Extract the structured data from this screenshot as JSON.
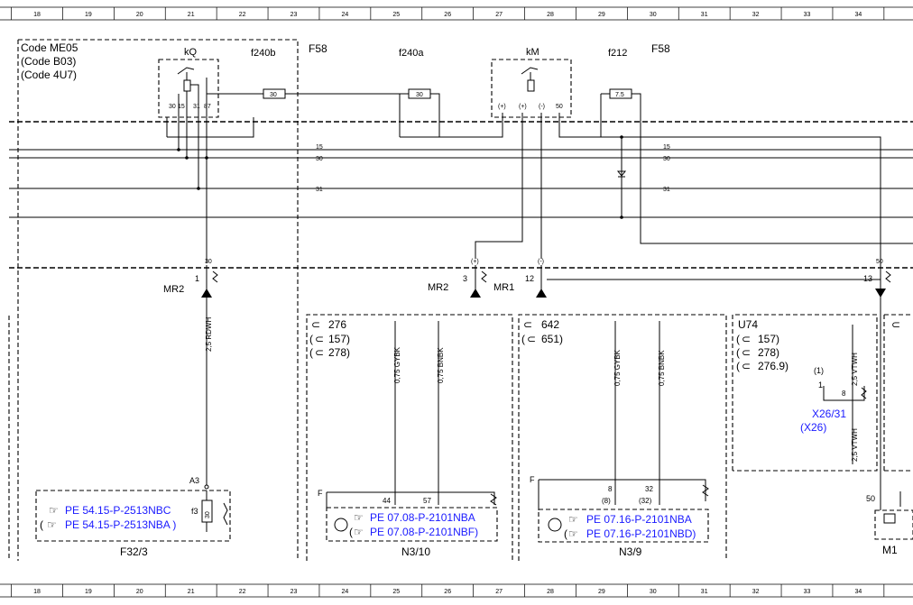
{
  "grid": {
    "numbers": [
      "18",
      "19",
      "20",
      "21",
      "22",
      "23",
      "24",
      "25",
      "26",
      "27",
      "28",
      "29",
      "30",
      "31",
      "32",
      "33",
      "34"
    ]
  },
  "codes": {
    "line1": "Code ME05",
    "line2": "(Code B03)",
    "line3": "(Code 4U7)"
  },
  "labels": {
    "kq": "kQ",
    "km": "kM",
    "f240b": "f240b",
    "f240a": "f240a",
    "f212": "f212",
    "f58_left": "F58",
    "f58_right": "F58"
  },
  "fuses": {
    "f240b_rating": "30",
    "f240a_rating": "30",
    "f212_rating": "7.5"
  },
  "relay_kq_pins": [
    "30",
    "15",
    "31",
    "87"
  ],
  "relay_km_pins": [
    "(+)",
    "(+)",
    "(-)",
    "50"
  ],
  "bus_labels": {
    "l15_left": "15",
    "l30_left": "30",
    "l31_left": "31",
    "l15_right": "15",
    "l30_right": "30",
    "l31_right": "31"
  },
  "connectors": {
    "mr2_left": "MR2",
    "mr2_mid": "MR2",
    "mr1": "MR1",
    "pin1": "1",
    "pin3": "3",
    "pin12": "12",
    "pin13": "13",
    "sig30": "30",
    "sig_plus": "(+)",
    "sig_minus": "(-)",
    "sig50": "50"
  },
  "wires": {
    "rdwh": "2,5 RDWH",
    "gybk_1": "0,75 GYBK",
    "bnbk_1": "0,75 BNBK",
    "gybk_2": "0,75 GYBK",
    "bnbk_2": "0,75 BNBK",
    "vtwh_top": "2,5 VTWH",
    "vtwh_bottom": "2,5 VTWH"
  },
  "block_n310": {
    "ref1": "276",
    "ref2": "(",
    "ref2b": "157)",
    "ref3": "(",
    "ref3b": "278)",
    "f_label": "F",
    "pin44": "44",
    "pin57": "57",
    "pe1": "PE 07.08-P-2101NBA",
    "pe2": "PE 07.08-P-2101NBF)",
    "pe2_open": "(",
    "name": "N3/10"
  },
  "block_n39": {
    "ref1": "642",
    "ref2": "(",
    "ref2b": "651)",
    "f_label": "F",
    "pin8": "8",
    "pin8b": "(8)",
    "pin32": "32",
    "pin32b": "(32)",
    "pe1": "PE 07.16-P-2101NBA",
    "pe2": "PE 07.16-P-2101NBD)",
    "pe2_open": "(",
    "name": "N3/9"
  },
  "block_u74": {
    "title": "U74",
    "ref1": "(",
    "ref1b": "157)",
    "ref2": "(",
    "ref2b": "278)",
    "ref3": "(",
    "ref3b": "276.9)",
    "pin1_paren": "(1)",
    "pin1": "1",
    "pin8": "8",
    "x2631": "X26/31",
    "x26": "(X26)"
  },
  "block_f323": {
    "a3": "A3",
    "f3": "f3",
    "f3_rating": "30",
    "pe1": "PE 54.15-P-2513NBC",
    "pe2": "PE 54.15-P-2513NBA )",
    "pe2_open": "(",
    "name": "F32/3"
  },
  "m1": {
    "pin50": "50",
    "name": "M1"
  }
}
